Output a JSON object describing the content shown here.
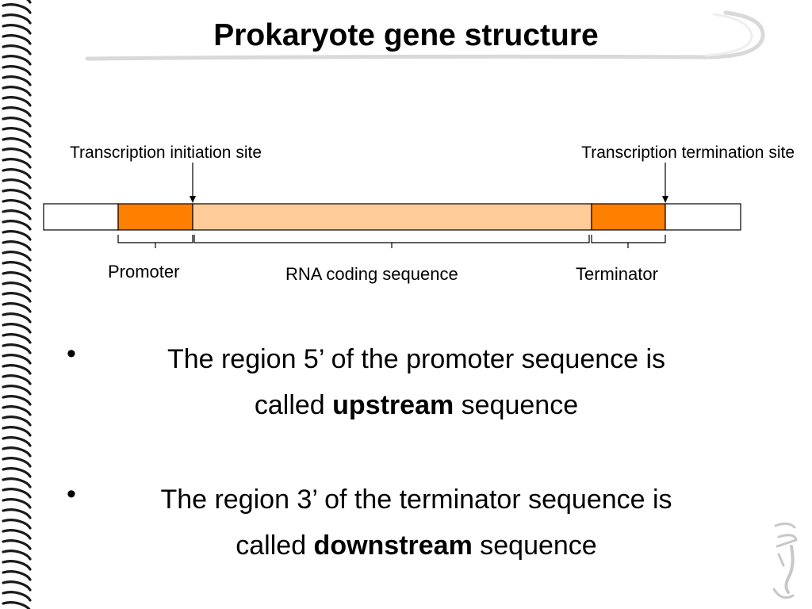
{
  "slide": {
    "title": "Prokaryote gene structure"
  },
  "diagram": {
    "top_labels": {
      "initiation": "Transcription initiation site",
      "termination": "Transcription termination site"
    },
    "region_labels": {
      "promoter": "Promoter",
      "rna_coding": "RNA coding sequence",
      "terminator": "Terminator"
    },
    "colors": {
      "promoter": "#ff7f00",
      "rna_coding": "#ffcc99",
      "terminator": "#ff7f00",
      "flank": "#ffffff",
      "outline": "#000000"
    }
  },
  "bullets": [
    {
      "symbol": "•",
      "line1": "The region 5’ of the promoter sequence is",
      "line2_prefix": "called ",
      "line2_bold": "upstream",
      "line2_suffix": " sequence"
    },
    {
      "symbol": "•",
      "line1": "The region 3’ of the terminator sequence is",
      "line2_prefix": "called ",
      "line2_bold": "downstream",
      "line2_suffix": " sequence"
    }
  ]
}
